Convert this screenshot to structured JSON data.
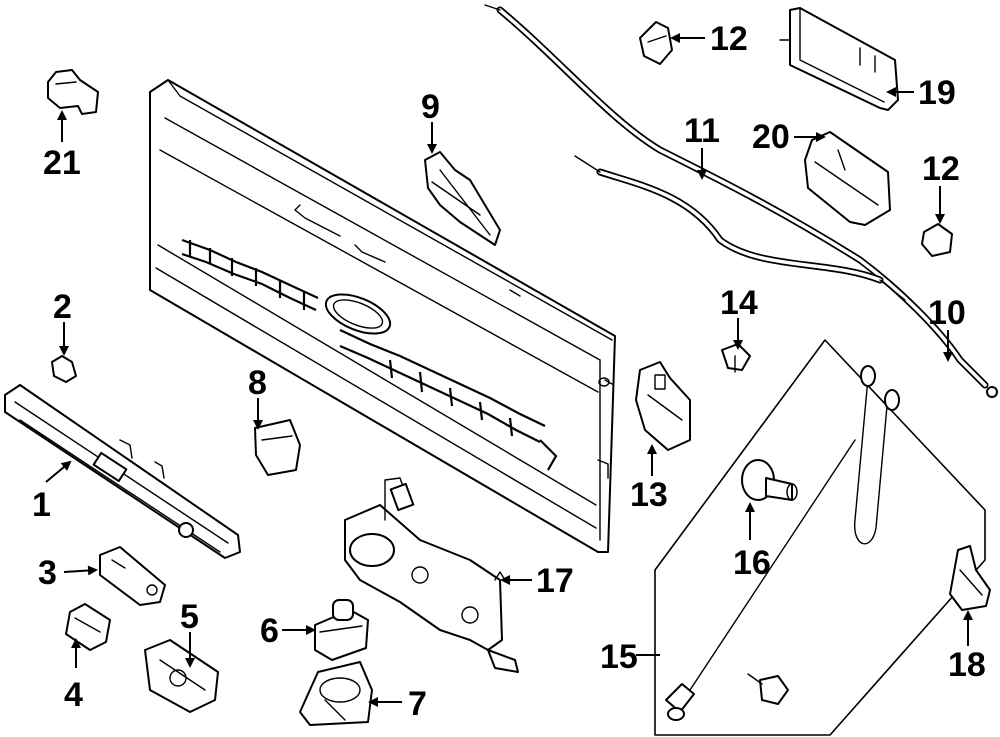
{
  "callouts": {
    "c1": "1",
    "c2": "2",
    "c3": "3",
    "c4": "4",
    "c5": "5",
    "c6": "6",
    "c7": "7",
    "c8": "8",
    "c9": "9",
    "c10": "10",
    "c11": "11",
    "c12a": "12",
    "c12b": "12",
    "c13": "13",
    "c14": "14",
    "c15": "15",
    "c16": "16",
    "c17": "17",
    "c18": "18",
    "c19": "19",
    "c20": "20",
    "c21": "21"
  }
}
